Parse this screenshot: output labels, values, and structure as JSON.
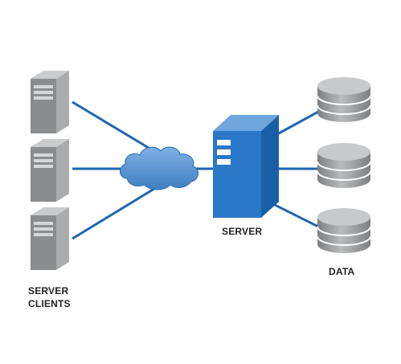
{
  "labels": {
    "clients_line1": "SERVER",
    "clients_line2": "CLIENTS",
    "server": "SERVER",
    "data": "DATA"
  },
  "colors": {
    "line": "#1f66b3",
    "server_body": "#2a78c8",
    "server_side": "#1a5fa6",
    "cloud": "#4f8fd0",
    "client_front": "#8a8c8e",
    "client_side": "#b4b6b8",
    "disk": "#8f9193"
  },
  "icons": {
    "clients": "client-tower-icon",
    "network": "cloud-icon",
    "server": "server-tower-icon",
    "data": "database-icon"
  }
}
